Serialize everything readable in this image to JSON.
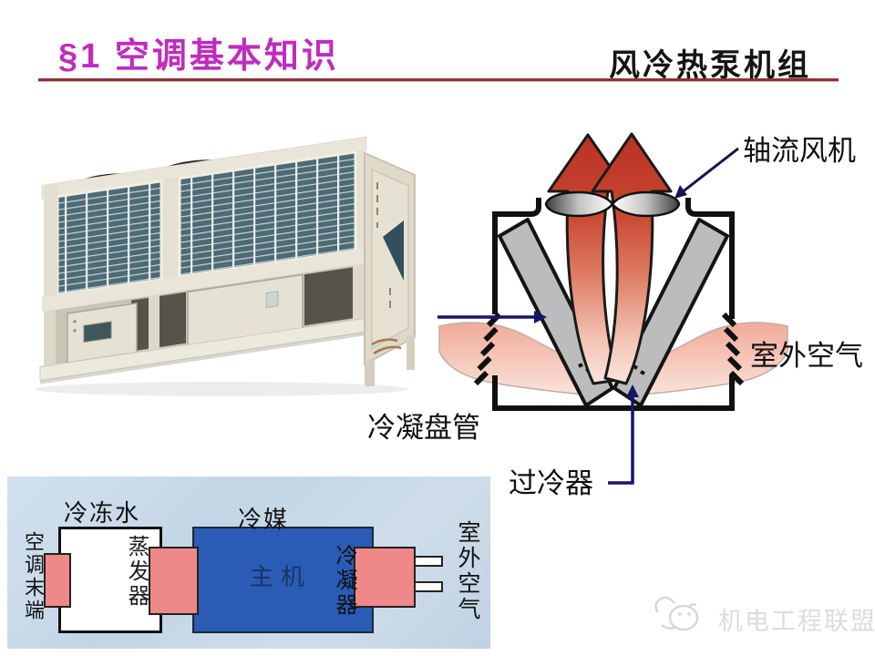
{
  "header": {
    "section_title": "§1 空调基本知识",
    "topic_title": "风冷热泵机组"
  },
  "diagram": {
    "labels": {
      "axial_fan": "轴流风机",
      "outdoor_air": "室外空气",
      "condenser_coil": "冷凝盘管",
      "subcooler": "过冷器"
    }
  },
  "schematic": {
    "labels": {
      "chilled_water": "冷冻水",
      "refrigerant": "冷媒",
      "ac_terminal": "空调末端",
      "evaporator": "蒸发器",
      "host": "主机",
      "condenser": "冷凝器",
      "outdoor_air": "室外空气"
    }
  },
  "watermark": {
    "text": "机电工程联盟"
  },
  "colors": {
    "accent_magenta": "#bf2cbf",
    "divider_red": "#8d3038",
    "arrow_red": "#c0392b",
    "flow_pink": "#f0a896",
    "slab_gray": "#bcbcbc",
    "pointer_navy": "#15156e",
    "schematic_bg": "#c9daea",
    "schematic_blue": "#2a5cb5",
    "schematic_pink": "#ef8888",
    "coil_teal": "#4e6b75",
    "cabinet_beige": "#e9e5d8",
    "watermark_gray": "#dcdcdc"
  }
}
